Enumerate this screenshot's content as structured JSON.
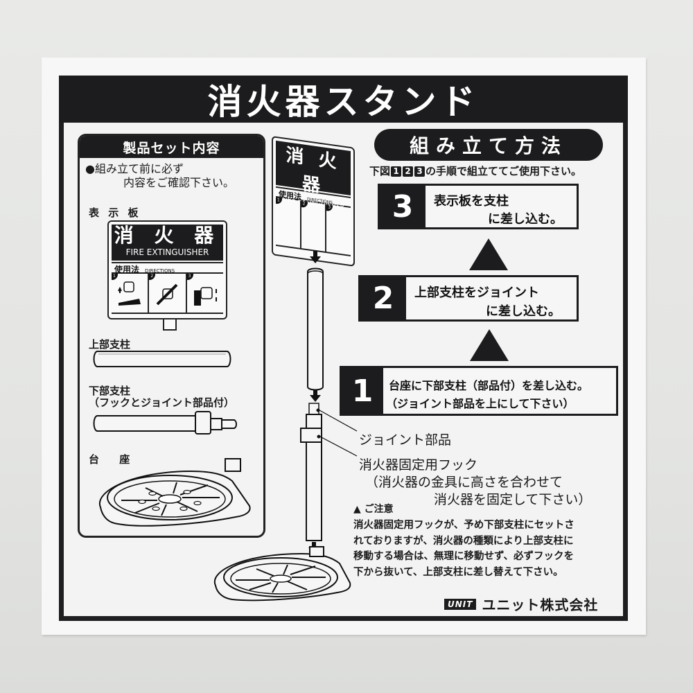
{
  "header": {
    "title": "消火器スタンド"
  },
  "parts_panel": {
    "title": "製品セット内容",
    "note_line1": "●組み立て前に必ず",
    "note_line2": "内容をご確認下さい。",
    "items": [
      {
        "label": "表 示 板"
      },
      {
        "label": "上部支柱"
      },
      {
        "label": "下部支柱",
        "sublabel": "（フックとジョイント部品付）"
      },
      {
        "label": "台 座"
      }
    ]
  },
  "sign": {
    "kanji": "消 火 器",
    "english": "FIRE EXTINGUISHER",
    "usage_jp": "使用法",
    "usage_en": "DIRECTIONS",
    "steps": [
      "1",
      "2",
      "3"
    ]
  },
  "assembly": {
    "title": "組み立て方法",
    "subtitle_prefix": "下図",
    "subtitle_nums": [
      "1",
      "2",
      "3"
    ],
    "subtitle_suffix": "の手順で組立ててご使用下さい。",
    "steps": [
      {
        "num": "3",
        "line1": "表示板を支柱",
        "line2": "に差し込む。"
      },
      {
        "num": "2",
        "line1": "上部支柱をジョイント",
        "line2": "に差し込む。"
      },
      {
        "num": "1",
        "line1": "台座に下部支柱（部品付）を差し込む。",
        "line2": "（ジョイント部品を上にして下さい）"
      }
    ]
  },
  "callouts": {
    "joint": "ジョイント部品",
    "hook": "消火器固定用フック",
    "hook_note1": "（消火器の金具に高さを合わせて",
    "hook_note2": "消火器を固定して下さい）"
  },
  "caution": {
    "title": "ご注意",
    "lines": [
      "消火器固定用フックが、予め下部支柱にセットさ",
      "れておりますが、消火器の種類により上部支柱に",
      "移動する場合は、無理に移動せず、必ずフックを",
      "下から抜いて、上部支柱に差し替えて下さい。"
    ]
  },
  "company": {
    "logo": "UNIT",
    "name": "ユニット株式会社"
  },
  "colors": {
    "ink": "#1c1c1e",
    "paper": "#f3f3f3",
    "background": "#e6e7e5"
  }
}
